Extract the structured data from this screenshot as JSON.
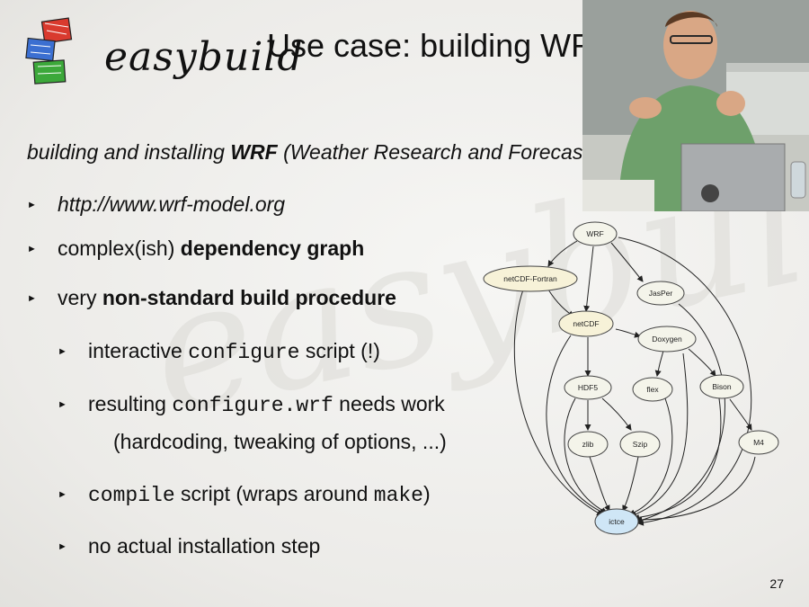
{
  "slide": {
    "logo_text": "easybuild",
    "title": "Use case: building WRF",
    "intro_prefix": "building and installing ",
    "intro_bold": "WRF",
    "intro_suffix": " (Weather Research and Forecasting Model)",
    "bullet1": "http://www.wrf-model.org",
    "bullet2_a": "complex(ish) ",
    "bullet2_b": "dependency graph",
    "bullet3_a": "very ",
    "bullet3_b": "non-standard build procedure",
    "sub1_a": "interactive ",
    "sub1_code": "configure",
    "sub1_b": " script (!)",
    "sub2_a": "resulting ",
    "sub2_code": "configure.wrf",
    "sub2_b": " needs work",
    "sub2_line2": "(hardcoding, tweaking of options, ...)",
    "sub3_code": "compile",
    "sub3_b": " script (wraps around ",
    "sub3_code2": "make",
    "sub3_c": ")",
    "sub4": "no actual installation step",
    "page_number": "27",
    "watermark_text": "easybuild"
  },
  "graph": {
    "nodes": {
      "wrf": "WRF",
      "netcdf_fortran": "netCDF-Fortran",
      "jasper": "JasPer",
      "netcdf": "netCDF",
      "doxygen": "Doxygen",
      "hdf5": "HDF5",
      "flex": "flex",
      "bison": "Bison",
      "zlib": "zlib",
      "szip": "Szip",
      "m4": "M4",
      "ictce": "ictce"
    },
    "colors": {
      "node_fill": "#f4f4ea",
      "netcdf_fill": "#f7f2d8",
      "ictce_fill": "#cfe6f6",
      "edge": "#222222"
    }
  }
}
